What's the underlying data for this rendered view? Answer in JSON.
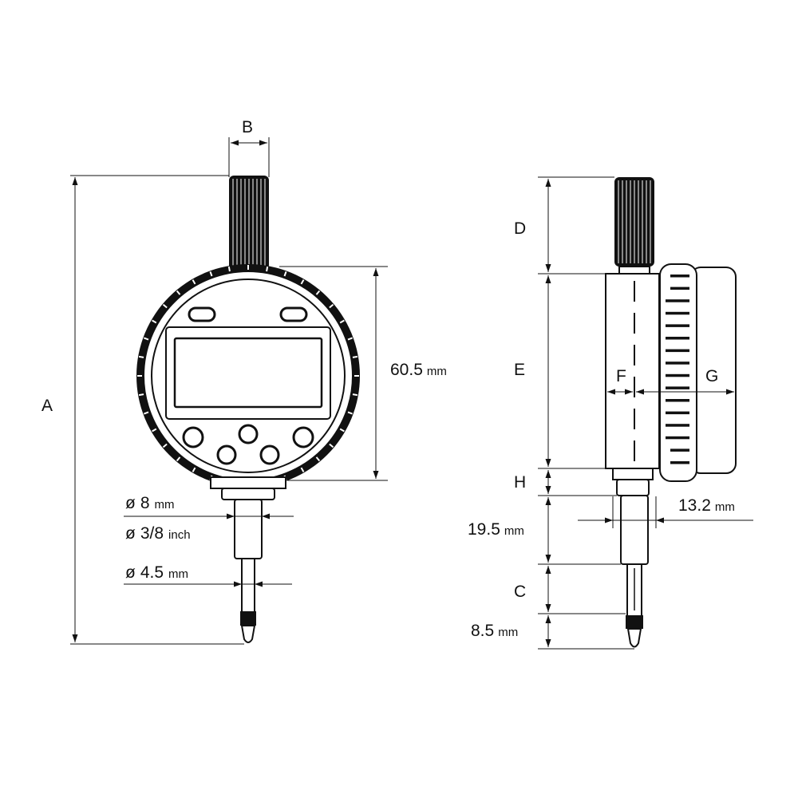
{
  "labels": {
    "A": "A",
    "B": "B",
    "C": "C",
    "D": "D",
    "E": "E",
    "F": "F",
    "G": "G",
    "H": "H"
  },
  "dimensions": {
    "height_body": {
      "value": "60.5",
      "unit": "mm"
    },
    "stem_dia_mm": {
      "prefix": "ø",
      "value": "8",
      "unit": "mm"
    },
    "stem_dia_inch": {
      "prefix": "ø",
      "value": "3/8",
      "unit": "inch"
    },
    "spindle_dia": {
      "prefix": "ø",
      "value": "4.5",
      "unit": "mm"
    },
    "stem_length": {
      "value": "19.5",
      "unit": "mm"
    },
    "tip_length": {
      "value": "8.5",
      "unit": "mm"
    },
    "side_stem_width": {
      "value": "13.2",
      "unit": "mm"
    }
  }
}
